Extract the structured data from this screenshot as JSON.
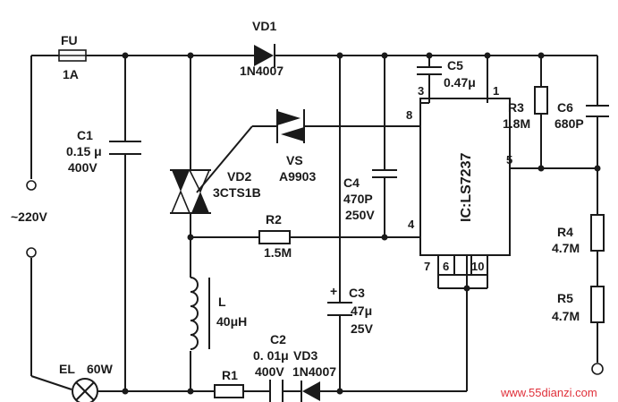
{
  "components": {
    "fuse": {
      "ref": "FU",
      "value": "1A"
    },
    "vd1": {
      "ref": "VD1",
      "part": "1N4007"
    },
    "c1": {
      "ref": "C1",
      "value": "0.15 μ",
      "voltage": "400V"
    },
    "vd2": {
      "ref": "VD2",
      "part": "3CTS1B"
    },
    "vs": {
      "ref": "VS",
      "part": "A9903"
    },
    "c4": {
      "ref": "C4",
      "value": "470P",
      "voltage": "250V"
    },
    "c5": {
      "ref": "C5",
      "value": "0.47μ"
    },
    "r3": {
      "ref": "R3",
      "value": "1.8M"
    },
    "c6": {
      "ref": "C6",
      "value": "680P"
    },
    "r2": {
      "ref": "R2",
      "value": "1.5M"
    },
    "ic": {
      "ref": "IC:LS7237"
    },
    "r4": {
      "ref": "R4",
      "value": "4.7M"
    },
    "r5": {
      "ref": "R5",
      "value": "4.7M"
    },
    "l": {
      "ref": "L",
      "value": "40μH"
    },
    "c2": {
      "ref": "C2",
      "value": "0. 01μ",
      "voltage": "400V"
    },
    "vd3": {
      "ref": "VD3",
      "part": "1N4007"
    },
    "c3": {
      "ref": "C3",
      "value": "47μ",
      "voltage": "25V",
      "polarity": "+"
    },
    "r1": {
      "ref": "R1"
    },
    "el": {
      "ref": "EL",
      "value": "60W"
    },
    "supply": {
      "label": "~220V"
    }
  },
  "ic_pins": [
    "8",
    "4",
    "3",
    "1",
    "5",
    "7",
    "6",
    "10"
  ],
  "watermark": "www.55dianzi.com"
}
